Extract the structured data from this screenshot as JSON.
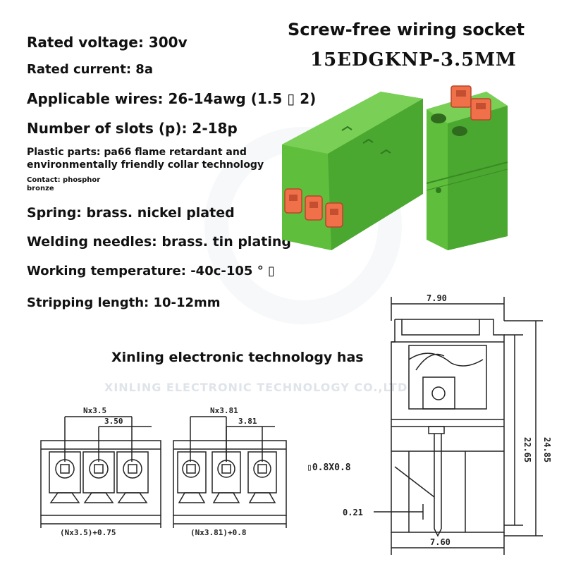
{
  "title": {
    "line1": "Screw-free wiring socket",
    "line2": "15EDGKNP-3.5MM"
  },
  "specs": {
    "voltage": "Rated voltage: 300v",
    "current": "Rated current: 8a",
    "wires": "Applicable wires: 26-14awg (1.5 ▯ 2)",
    "slots": "Number of slots (p): 2-18p",
    "plastic_line1": "Plastic parts: pa66 flame retardant and",
    "plastic_line2": "environmentally friendly collar technology",
    "contact_line1": "Contact: phosphor",
    "contact_line2": "bronze",
    "spring": "Spring: brass. nickel plated",
    "needles": "Welding needles: brass. tin plating",
    "temperature": "Working temperature: -40c-105 ° ▯",
    "stripping": "Stripping length: 10-12mm"
  },
  "company": "Xinling electronic technology has",
  "watermark": {
    "text": "XINLING ELECTRONIC TECHNOLOGY CO.,LTD"
  },
  "drawings": {
    "left": {
      "pitch_total": "Nx3.5",
      "pitch": "3.50",
      "width": "(Nx3.5)+0.75"
    },
    "middle": {
      "pitch_total": "Nx3.81",
      "pitch": "3.81",
      "width": "(Nx3.81)+0.8"
    },
    "side": {
      "top_width": "7.90",
      "height_inner": "22.65",
      "height_total": "24.85",
      "pin_size": "▯0.8X0.8",
      "pin_offset": "0.21",
      "bottom_width": "7.60"
    }
  },
  "colors": {
    "housing_green": "#5fbf3c",
    "housing_dark": "#3f9a2a",
    "button_orange": "#f0704a",
    "line": "#222222"
  }
}
